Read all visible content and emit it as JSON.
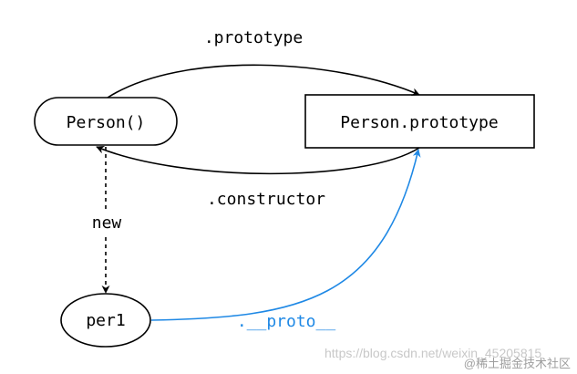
{
  "nodes": {
    "person_fn": {
      "label": "Person()"
    },
    "person_proto": {
      "label": "Person.prototype"
    },
    "per1": {
      "label": "per1"
    }
  },
  "edges": {
    "prototype": {
      "label": ".prototype"
    },
    "constructor": {
      "label": ".constructor"
    },
    "new": {
      "label": "new"
    },
    "proto": {
      "label": ".__proto__"
    }
  },
  "colors": {
    "ink": "#000000",
    "accent": "#1e88e5",
    "watermark": "#c8c8c8"
  },
  "watermark": {
    "url": "https://blog.csdn.net/weixin_45205815",
    "brand": "@稀土掘金技术社区"
  }
}
